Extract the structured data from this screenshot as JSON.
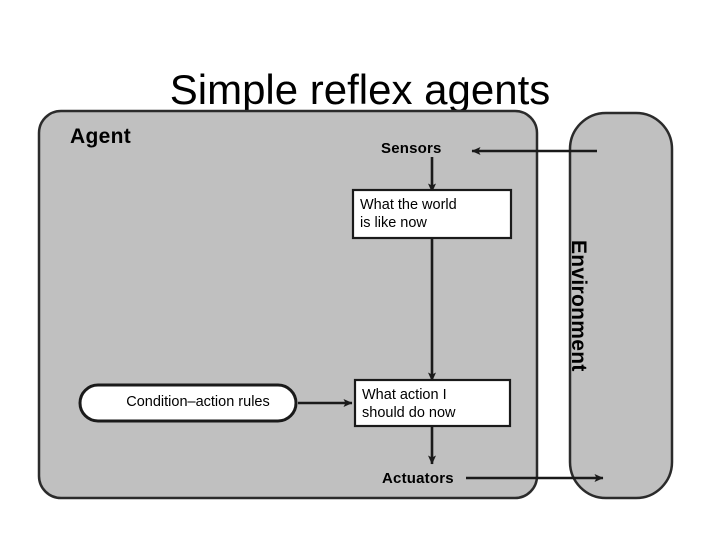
{
  "slide": {
    "title": "Simple reflex agents",
    "background_color": "#ffffff"
  },
  "diagram": {
    "type": "agent-architecture-block-diagram",
    "colors": {
      "block_fill": "#c0c0c0",
      "node_fill": "#ffffff",
      "stroke": "#000000",
      "text": "#000000"
    },
    "agent_box": {
      "label": "Agent"
    },
    "environment_box": {
      "label": "Environment",
      "orientation": "vertical"
    },
    "ports": {
      "sensors": "Sensors",
      "actuators": "Actuators"
    },
    "nodes": [
      {
        "id": "world-state",
        "shape": "rectangle",
        "text": "What the world\nis like now"
      },
      {
        "id": "action-choice",
        "shape": "rectangle",
        "text": "What action I\nshould do now"
      },
      {
        "id": "rules",
        "shape": "stadium",
        "text": "Condition–action rules"
      }
    ],
    "edges": [
      {
        "from": "environment",
        "to": "sensors",
        "direction": "left"
      },
      {
        "from": "sensors",
        "to": "world-state",
        "direction": "down"
      },
      {
        "from": "world-state",
        "to": "action-choice",
        "direction": "down"
      },
      {
        "from": "rules",
        "to": "action-choice",
        "direction": "right"
      },
      {
        "from": "action-choice",
        "to": "actuators",
        "direction": "down"
      },
      {
        "from": "actuators",
        "to": "environment",
        "direction": "right"
      }
    ]
  }
}
